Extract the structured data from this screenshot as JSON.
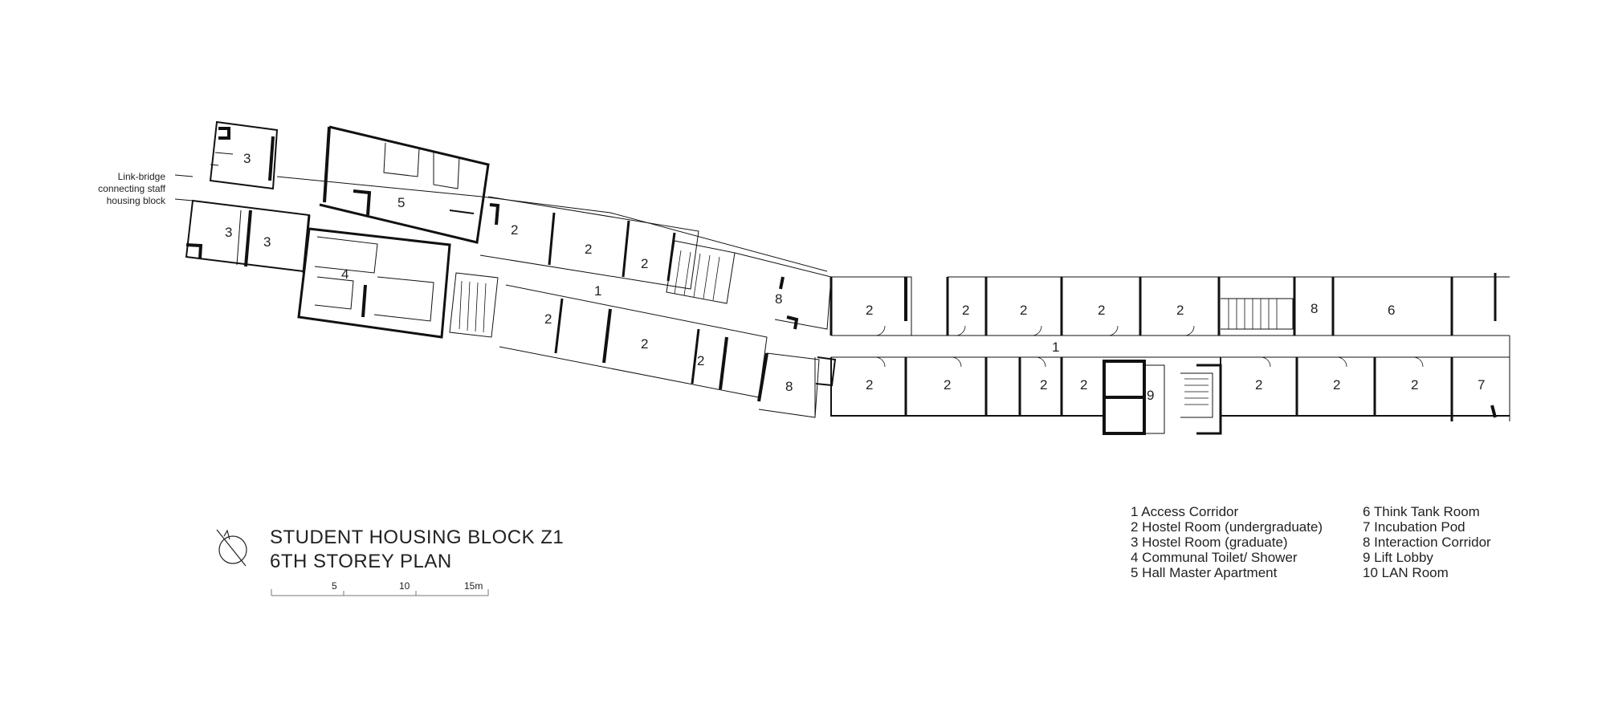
{
  "title": {
    "line1": "STUDENT HOUSING BLOCK Z1",
    "line2": "6TH STOREY PLAN"
  },
  "link_note": {
    "lines": [
      "Link-bridge",
      "connecting staff",
      "housing block"
    ]
  },
  "scale_bar": {
    "labels": [
      "5",
      "10",
      "15m"
    ]
  },
  "legend": {
    "col1": [
      "1 Access Corridor",
      "2 Hostel Room (undergraduate)",
      "3 Hostel Room (graduate)",
      "4 Communal Toilet/ Shower",
      "5 Hall Master Apartment"
    ],
    "col2": [
      "6 Think Tank Room",
      "7 Incubation Pod",
      "8 Interaction Corridor",
      "9 Lift Lobby",
      "10 LAN Room"
    ]
  },
  "room_tags": {
    "r1": "1",
    "r2": "2",
    "r3": "3",
    "r4": "4",
    "r5": "5",
    "r6": "6",
    "r7": "7",
    "r8": "8",
    "r9": "9"
  },
  "icons": {
    "north": "north-arrow-icon"
  }
}
